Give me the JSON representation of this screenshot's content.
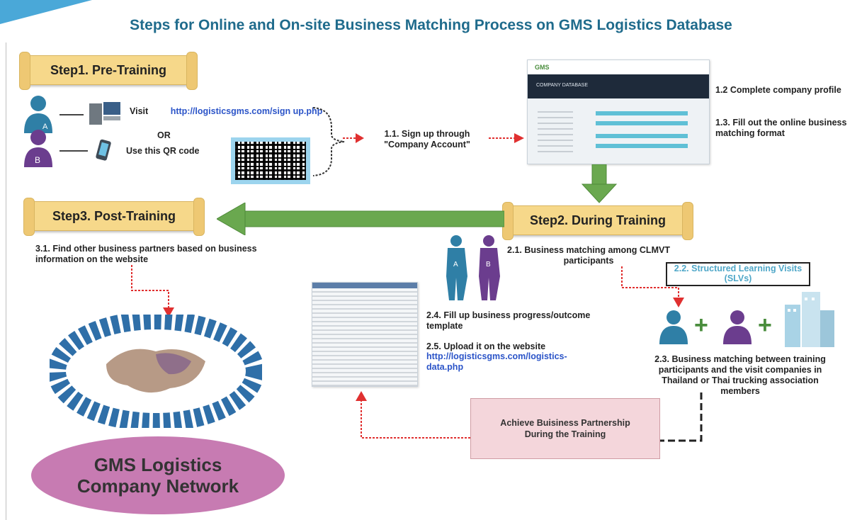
{
  "title": "Steps for Online and On-site Business Matching Process on GMS Logistics Database",
  "step1": {
    "label": "Step1. Pre-Training",
    "visit": "Visit",
    "url": "http://logisticsgms.com/sign up.php",
    "or": "OR",
    "qr": "Use this QR code",
    "person_a": "A",
    "person_b": "B"
  },
  "signup": "1.1. Sign up through \"Company Account\"",
  "website": {
    "logo": "GMS",
    "banner": "COMPANY DATABASE"
  },
  "step1_right": {
    "profile": "1.2 Complete company profile",
    "format": "1.3. Fill out the online business matching format"
  },
  "step2": {
    "label": "Step2. During Training",
    "matching_among": "2.1. Business matching among CLMVT participants",
    "slv": "2.2. Structured Learning Visits (SLVs)",
    "matching_between": "2.3. Business matching between training participants and the visit companies in Thailand or Thai trucking association members",
    "fill_template": "2.4. Fill up business progress/outcome template",
    "upload": "2.5. Upload it on the website",
    "upload_url": "http://logisticsgms.com/logistics-data.php",
    "person_a": "A",
    "person_b": "B"
  },
  "achieve": "Achieve Buisiness Partnership During the Training",
  "step3": {
    "label": "Step3. Post-Training",
    "find": "3.1. Find other business partners based on business information on the website"
  },
  "network": "GMS Logistics Company Network",
  "colors": {
    "title": "#1f6b8c",
    "scroll": "#f6d88a",
    "arrow_green": "#6aa84f",
    "arrow_red": "#e03030",
    "network": "#c77bb2",
    "person_blue": "#2f7fa6",
    "person_purple": "#6b3d8e"
  }
}
